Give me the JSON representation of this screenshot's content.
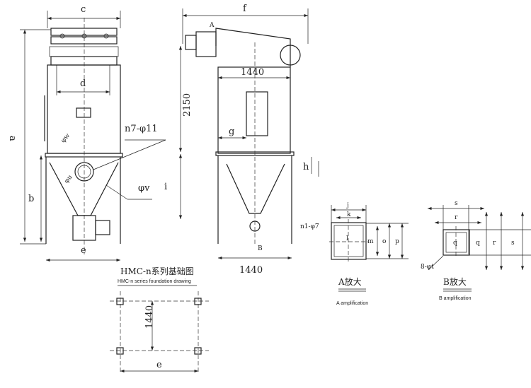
{
  "front_view": {
    "dim_c": "c",
    "dim_d": "d",
    "dim_a": "a",
    "dim_b": "b",
    "dim_e": "e",
    "holes_note": "n7-φ11",
    "dia_w": "φw",
    "dia_u": "φu",
    "dia_v": "φv"
  },
  "side_view": {
    "dim_f": "f",
    "dim_1440_top": "1440",
    "dim_2150": "2150",
    "dim_g": "g",
    "dim_h": "h",
    "dim_i": "i",
    "marker_a": "A",
    "marker_b": "B",
    "dim_1440_bottom": "1440"
  },
  "foundation": {
    "title_cn": "HMC-n系列基础图",
    "title_en": "HMC-n series foundation drawing",
    "dim_1440": "1440",
    "dim_e": "e"
  },
  "detail_a": {
    "dim_j": "j",
    "dim_k": "k",
    "holes_note": "n1-φ7",
    "dim_l": "l",
    "dim_m": "m",
    "dim_o": "o",
    "dim_p": "p",
    "title_cn": "A放大",
    "title_en": "A amplification"
  },
  "detail_b": {
    "dim_s_top": "s",
    "dim_r_top": "r",
    "holes_note": "8-φt",
    "dim_q_center": "q",
    "dim_q": "q",
    "dim_r": "r",
    "dim_s": "s",
    "title_cn": "B放大",
    "title_en": "B amplification"
  }
}
